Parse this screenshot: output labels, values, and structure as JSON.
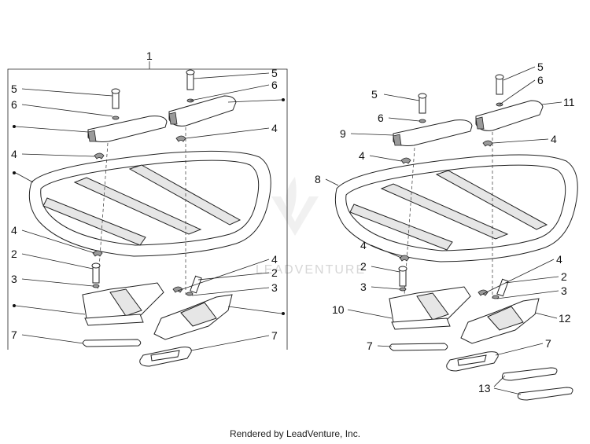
{
  "footer": "Rendered by LeadVenture, Inc.",
  "watermark": "LEADVENTURE",
  "left_assembly": {
    "title_number": "1",
    "callouts": {
      "c5a": "5",
      "c5b": "5",
      "c6a": "6",
      "c6b": "6",
      "c4a": "4",
      "c4b": "4",
      "c4c": "4",
      "c4d": "4",
      "c2a": "2",
      "c2b": "2",
      "c3a": "3",
      "c3b": "3",
      "c7a": "7",
      "c7b": "7"
    }
  },
  "right_assembly": {
    "callouts": {
      "c5a": "5",
      "c5b": "5",
      "c6a": "6",
      "c6b": "6",
      "c11": "11",
      "c9": "9",
      "c4a": "4",
      "c4b": "4",
      "c8": "8",
      "c4c": "4",
      "c4d": "4",
      "c2a": "2",
      "c2b": "2",
      "c3a": "3",
      "c3b": "3",
      "c10": "10",
      "c12": "12",
      "c7a": "7",
      "c7b": "7",
      "c13": "13"
    }
  }
}
